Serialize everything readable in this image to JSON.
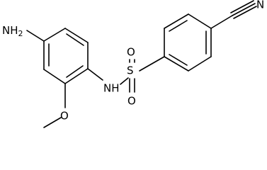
{
  "molecule": {
    "atoms": {
      "amine": "NH",
      "amine_sub": "2",
      "sulfonamide_nh": "NH",
      "sulfur": "S",
      "oxygen_top": "O",
      "oxygen_bottom": "O",
      "methoxy_oxygen": "O",
      "nitrile_nitrogen": "N"
    }
  }
}
